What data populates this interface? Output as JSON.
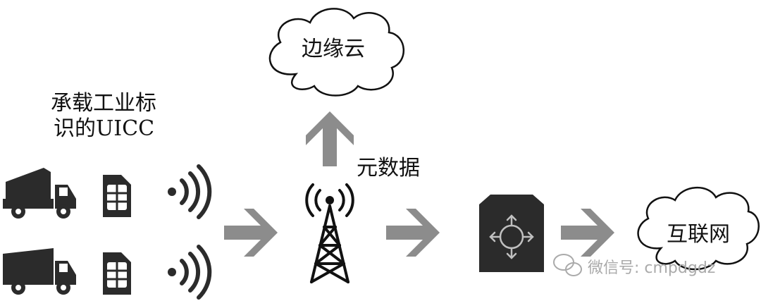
{
  "labels": {
    "edge_cloud": "边缘云",
    "uicc_line1": "承载工业标",
    "uicc_line2": "识的UICC",
    "metadata": "元数据",
    "internet": "互联网"
  },
  "watermark": {
    "text": "微信号: cmpdgdz",
    "icon": "wechat-icon"
  },
  "icons": {
    "vehicles": [
      "concrete-mixer-truck-icon",
      "dump-truck-icon"
    ],
    "sim": "sim-card-icon",
    "wireless": "wireless-signal-icon",
    "tower": "cell-tower-icon",
    "gateway": "gateway-box-icon",
    "cloud": "cloud-icon",
    "arrow": "arrow-icon"
  },
  "colors": {
    "ink": "#111111",
    "arrow_gray": "#8c8c8c",
    "box_dark": "#2b2b2b",
    "watermark": "#aaaaaa"
  }
}
